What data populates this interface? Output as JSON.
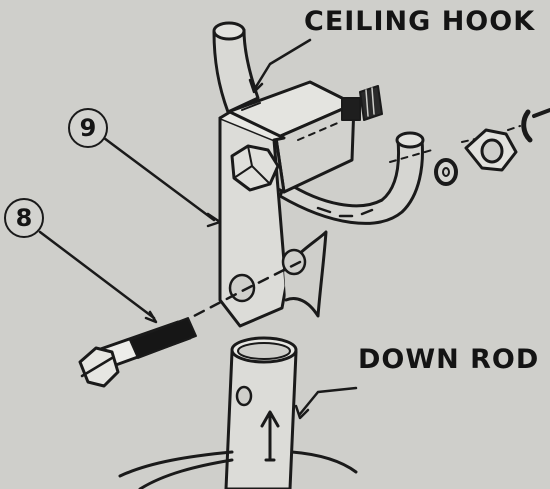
{
  "labels": {
    "ceiling_hook": "CEILING HOOK",
    "down_rod": "DOWN ROD"
  },
  "callouts": {
    "part_9": "9",
    "part_8": "8"
  },
  "colors": {
    "paper": "#cfcfcb",
    "ink": "#1a1a1a"
  }
}
